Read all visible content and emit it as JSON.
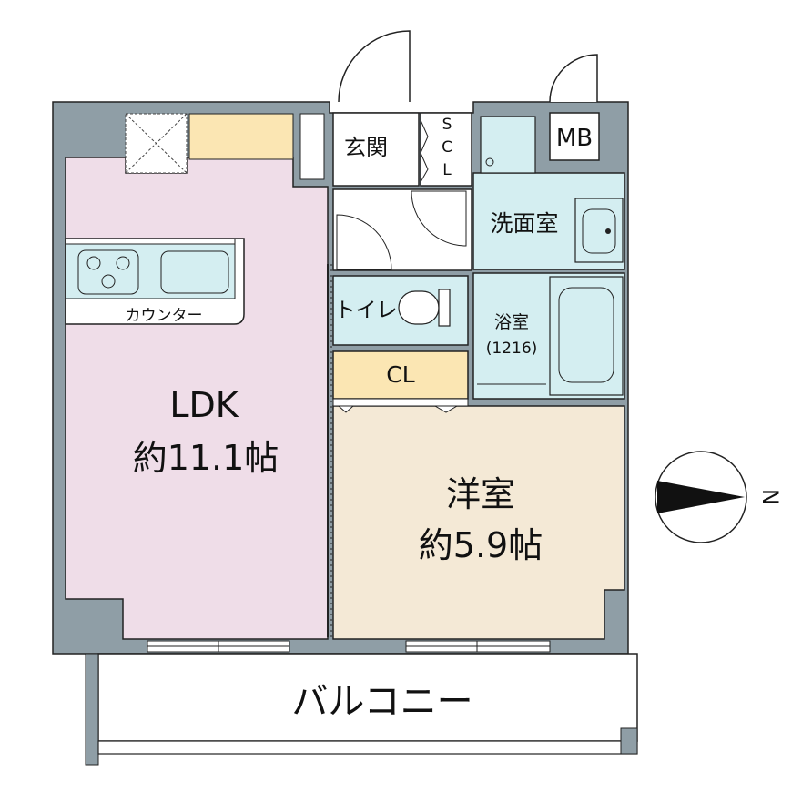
{
  "rooms": {
    "ldk": {
      "name": "LDK",
      "size": "約11.1帖"
    },
    "western": {
      "name": "洋室",
      "size": "約5.9帖"
    },
    "entrance": {
      "name": "玄関"
    },
    "scl": {
      "line1": "S",
      "line2": "C",
      "line3": "L"
    },
    "mb": {
      "name": "MB"
    },
    "washroom": {
      "name": "洗面室"
    },
    "toilet": {
      "name": "トイレ"
    },
    "bath": {
      "name": "浴室",
      "size": "(1216)"
    },
    "closet": {
      "name": "CL"
    },
    "counter": {
      "name": "カウンター"
    },
    "balcony": {
      "name": "バルコニー"
    }
  },
  "compass": {
    "label": "N",
    "direction": "east"
  },
  "colors": {
    "wall": "#8f9ea6",
    "ldk": "#efdde8",
    "western": "#f4e9d6",
    "wet_area": "#d4eef1",
    "closet": "#fbe6b3",
    "storage": "#fbe6b3",
    "outline": "#222222"
  }
}
